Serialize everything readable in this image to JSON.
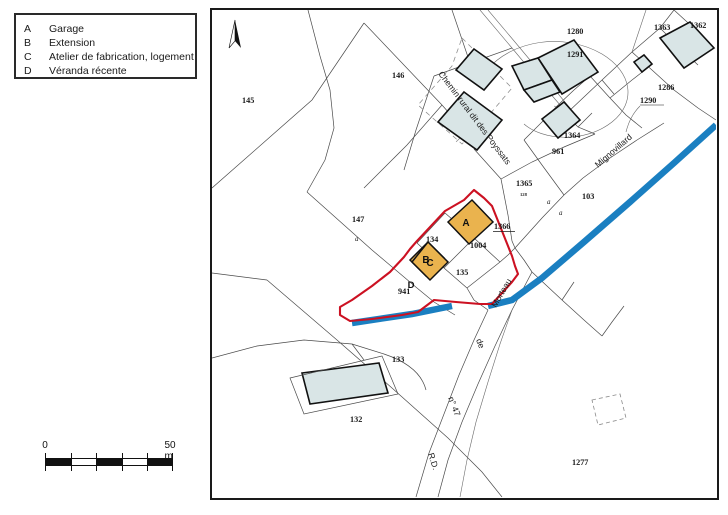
{
  "legend": {
    "name": "map-legend",
    "items": [
      {
        "key": "A",
        "desc": "Garage"
      },
      {
        "key": "B",
        "desc": "Extension"
      },
      {
        "key": "C",
        "desc": "Atelier de fabrication, logement"
      },
      {
        "key": "D",
        "desc": "Véranda récente"
      }
    ]
  },
  "scale": {
    "min_label": "0",
    "max_label": "50 m"
  },
  "map": {
    "north_arrow": "north-arrow",
    "highlighted_buildings": [
      {
        "id": "A",
        "label": "A"
      },
      {
        "id": "B",
        "label": "B"
      },
      {
        "id": "C",
        "label": "C"
      }
    ],
    "outside_labels": [
      {
        "id": "D",
        "label": "D"
      }
    ],
    "parcel_numbers": [
      {
        "id": "145",
        "label": "145"
      },
      {
        "id": "146",
        "label": "146"
      },
      {
        "id": "147",
        "label": "147"
      },
      {
        "id": "147a",
        "label": "a"
      },
      {
        "id": "941",
        "label": "941"
      },
      {
        "id": "134",
        "label": "134"
      },
      {
        "id": "1004",
        "label": "1004"
      },
      {
        "id": "135",
        "label": "135"
      },
      {
        "id": "1366",
        "label": "1366"
      },
      {
        "id": "1365",
        "label": "1365"
      },
      {
        "id": "1365b",
        "label": "128"
      },
      {
        "id": "1365a",
        "label": "a"
      },
      {
        "id": "103",
        "label": "103"
      },
      {
        "id": "103a",
        "label": "a"
      },
      {
        "id": "961",
        "label": "961"
      },
      {
        "id": "1364",
        "label": "1364"
      },
      {
        "id": "1280",
        "label": "1280"
      },
      {
        "id": "1291",
        "label": "1291"
      },
      {
        "id": "1290",
        "label": "1290"
      },
      {
        "id": "1286",
        "label": "1286"
      },
      {
        "id": "1363",
        "label": "1363"
      },
      {
        "id": "1362",
        "label": "1362"
      },
      {
        "id": "133",
        "label": "133"
      },
      {
        "id": "132",
        "label": "132"
      },
      {
        "id": "1277",
        "label": "1277"
      }
    ],
    "road_labels": [
      {
        "id": "chemin-poyssats",
        "label": "Chemin rural dit des Poyssats"
      },
      {
        "id": "mignovillard",
        "label": "Mignovillard"
      },
      {
        "id": "morteau",
        "label": "Morteau"
      },
      {
        "id": "rd",
        "label": "R.D."
      },
      {
        "id": "n47",
        "label": "n° 47"
      },
      {
        "id": "de",
        "label": "de"
      }
    ]
  },
  "colors": {
    "highlight_building": "#eab34e",
    "boundary_red": "#cc1122",
    "river_blue": "#1a7fc1",
    "building_fill": "#d9e5e6",
    "frame": "#1a1a1a"
  }
}
